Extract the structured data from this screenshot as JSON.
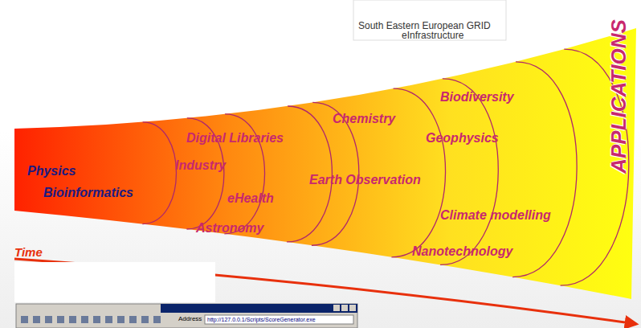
{
  "diagram": {
    "labels": [
      "Physics",
      "Bioinformatics",
      "Industry",
      "Digital Libraries",
      "eHealth",
      "Astronomy",
      "Chemistry",
      "Earth Observation",
      "Biodiversity",
      "Geophysics",
      "Climate modelling",
      "Nanotechnology",
      "APPLICATIONS",
      "Time",
      "South Eastern European GRID",
      "eInfrastructure",
      "Address",
      "http://127.0.0.1/Scripts/ScoreGenerator.exe"
    ]
  }
}
